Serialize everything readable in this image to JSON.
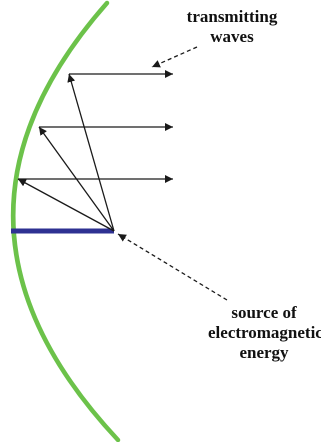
{
  "labels": {
    "transmitting_waves": [
      "transmitting",
      "waves"
    ],
    "source": [
      "source of",
      "electromagnetic",
      "energy"
    ]
  },
  "colors": {
    "reflector": "#6cc24a",
    "source_bar": "#2e3192",
    "rays": "#1a1a1a"
  }
}
